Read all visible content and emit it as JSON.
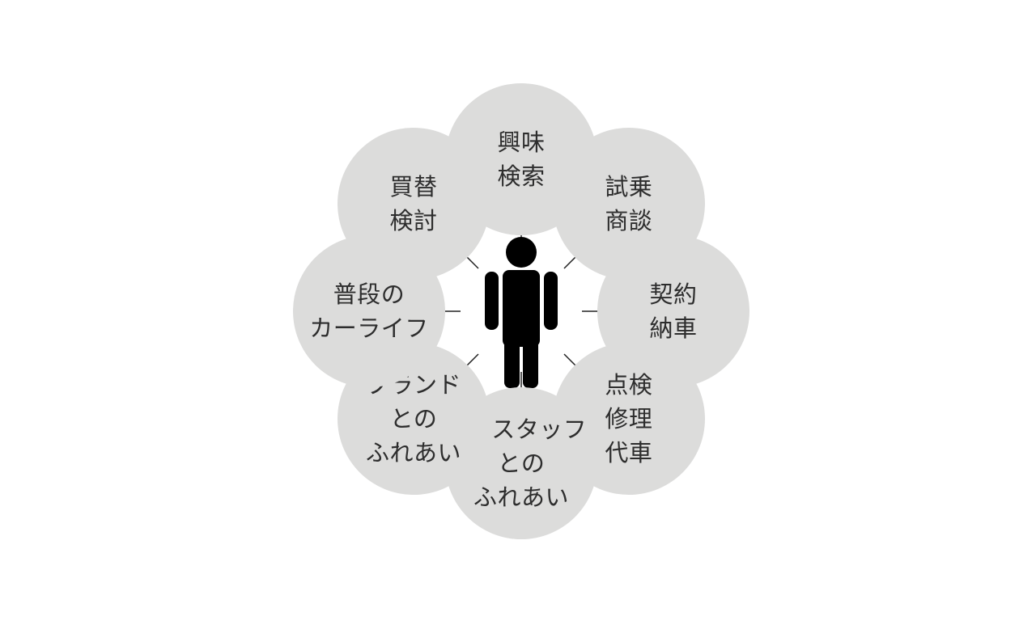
{
  "diagram": {
    "center": {
      "icon": "person-icon"
    },
    "nodes": [
      {
        "id": "interest-search",
        "label": "興味\n検索"
      },
      {
        "id": "test-drive-negotiation",
        "label": "試乗\n商談"
      },
      {
        "id": "contract-delivery",
        "label": "契約\n納車"
      },
      {
        "id": "inspection-repair",
        "label": "点検\n修理\n代車"
      },
      {
        "id": "store-staff",
        "label": "店･スタッフ\nとの\nふれあい"
      },
      {
        "id": "brand-contact",
        "label": "ブランド\nとの\nふれあい"
      },
      {
        "id": "everyday-carlife",
        "label": "普段の\nカーライフ"
      },
      {
        "id": "replacement-consideration",
        "label": "買替\n検討"
      }
    ],
    "colors": {
      "node_fill": "#dcdcdb",
      "ring": "#dcdcdb",
      "spoke": "#222222",
      "person": "#000000",
      "text": "#2d2d2d"
    }
  }
}
